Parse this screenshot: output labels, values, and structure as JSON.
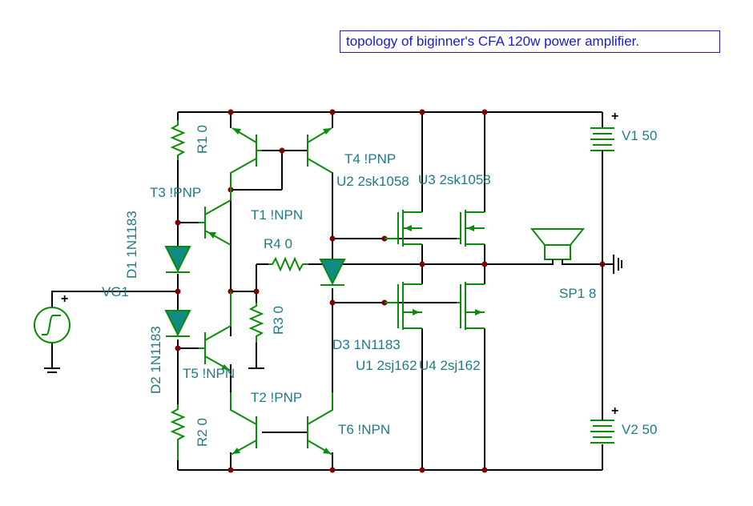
{
  "title": "topology of biginner's  CFA 120w power amplifier.",
  "components": {
    "r1": "R1 0",
    "r2": "R2 0",
    "r3": "R3 0",
    "r4": "R4 0",
    "d1": "D1 1N1183",
    "d2": "D2 1N1183",
    "d3": "D3 1N1183",
    "t1": "T1 !NPN",
    "t2": "T2 !PNP",
    "t3": "T3 !PNP",
    "t4": "T4 !PNP",
    "t5": "T5 !NPN",
    "t6": "T6 !NPN",
    "u1": "U1 2sj162",
    "u2": "U2 2sk1058",
    "u3": "U3 2sk1058",
    "u4": "U4 2sj162",
    "v1": "V1 50",
    "v2": "V2 50",
    "vg1": "VG1",
    "sp1": "SP1 8"
  },
  "polarity": {
    "plus": "+"
  },
  "colors": {
    "title": "#1b1bd0",
    "label": "#1f7a86",
    "component": "#0a8c0a",
    "wire": "#000000",
    "node": "#800000"
  }
}
